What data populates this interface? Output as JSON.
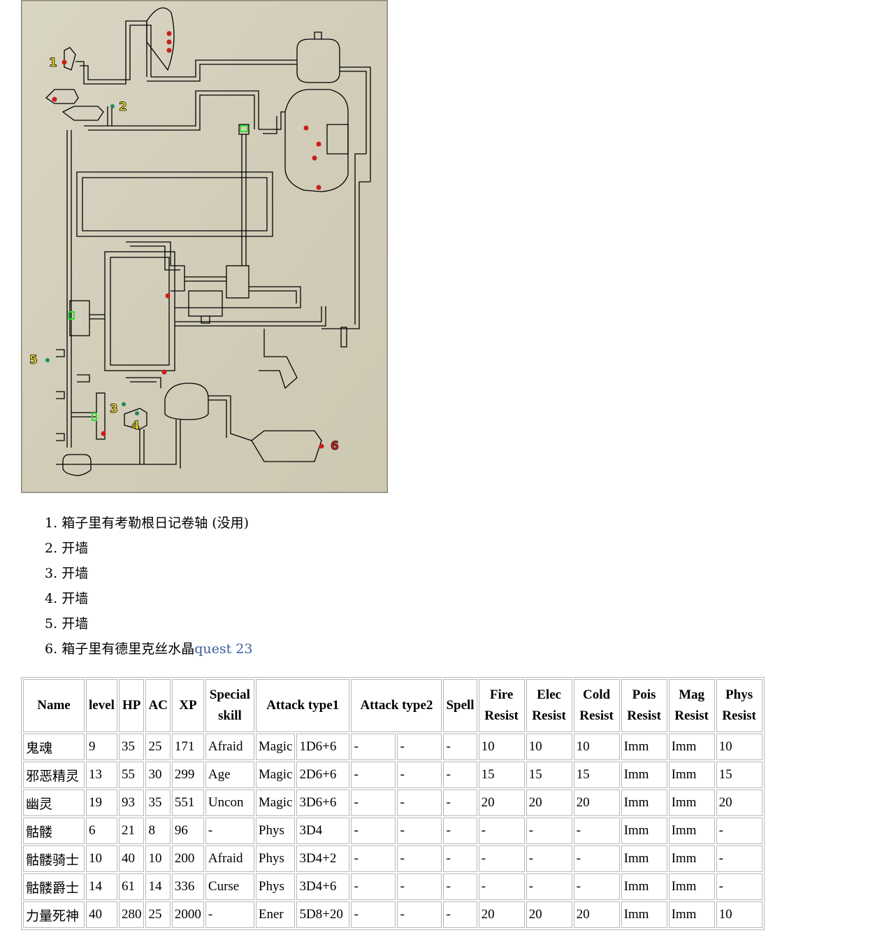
{
  "map": {
    "markers": [
      {
        "label": "1",
        "color": "#f5e51d"
      },
      {
        "label": "2",
        "color": "#f5e51d"
      },
      {
        "label": "3",
        "color": "#f5e51d"
      },
      {
        "label": "4",
        "color": "#f5e51d"
      },
      {
        "label": "5",
        "color": "#f5e51d"
      },
      {
        "label": "6",
        "color": "#e81c1c"
      }
    ],
    "colors": {
      "background": "#d6d2bf",
      "wall": "#000000",
      "chest_dot": "#c81e1e",
      "door_dot": "#1e8a5a",
      "door_marker": "#33dd33"
    }
  },
  "notes": [
    {
      "number": "1.",
      "text": "箱子里有考勒根日记卷轴 (没用)",
      "link": ""
    },
    {
      "number": "2.",
      "text": "开墙",
      "link": ""
    },
    {
      "number": "3.",
      "text": "开墙",
      "link": ""
    },
    {
      "number": "4.",
      "text": "开墙",
      "link": ""
    },
    {
      "number": "5.",
      "text": "开墙",
      "link": ""
    },
    {
      "number": "6.",
      "text": "箱子里有德里克丝水晶",
      "link": "quest 23"
    }
  ],
  "table": {
    "headers": {
      "name": "Name",
      "level": "level",
      "hp": "HP",
      "ac": "AC",
      "xp": "XP",
      "special": "Special skill",
      "attack1": "Attack type1",
      "attack2": "Attack type2",
      "spell": "Spell",
      "fire": "Fire Resist",
      "elec": "Elec Resist",
      "cold": "Cold Resist",
      "pois": "Pois Resist",
      "mag": "Mag Resist",
      "phys": "Phys Resist"
    },
    "rows": [
      [
        "鬼魂",
        "9",
        "35",
        "25",
        "171",
        "Afraid",
        "Magic",
        "1D6+6",
        "-",
        "-",
        "-",
        "10",
        "10",
        "10",
        "Imm",
        "Imm",
        "10"
      ],
      [
        "邪恶精灵",
        "13",
        "55",
        "30",
        "299",
        "Age",
        "Magic",
        "2D6+6",
        "-",
        "-",
        "-",
        "15",
        "15",
        "15",
        "Imm",
        "Imm",
        "15"
      ],
      [
        "幽灵",
        "19",
        "93",
        "35",
        "551",
        "Uncon",
        "Magic",
        "3D6+6",
        "-",
        "-",
        "-",
        "20",
        "20",
        "20",
        "Imm",
        "Imm",
        "20"
      ],
      [
        "骷髅",
        "6",
        "21",
        "8",
        "96",
        "-",
        "Phys",
        "3D4",
        "-",
        "-",
        "-",
        "-",
        "-",
        "-",
        "Imm",
        "Imm",
        "-"
      ],
      [
        "骷髅骑士",
        "10",
        "40",
        "10",
        "200",
        "Afraid",
        "Phys",
        "3D4+2",
        "-",
        "-",
        "-",
        "-",
        "-",
        "-",
        "Imm",
        "Imm",
        "-"
      ],
      [
        "骷髅爵士",
        "14",
        "61",
        "14",
        "336",
        "Curse",
        "Phys",
        "3D4+6",
        "-",
        "-",
        "-",
        "-",
        "-",
        "-",
        "Imm",
        "Imm",
        "-"
      ],
      [
        "力量死神",
        "40",
        "280",
        "25",
        "2000",
        "-",
        "Ener",
        "5D8+20",
        "-",
        "-",
        "-",
        "20",
        "20",
        "20",
        "Imm",
        "Imm",
        "10"
      ]
    ]
  }
}
